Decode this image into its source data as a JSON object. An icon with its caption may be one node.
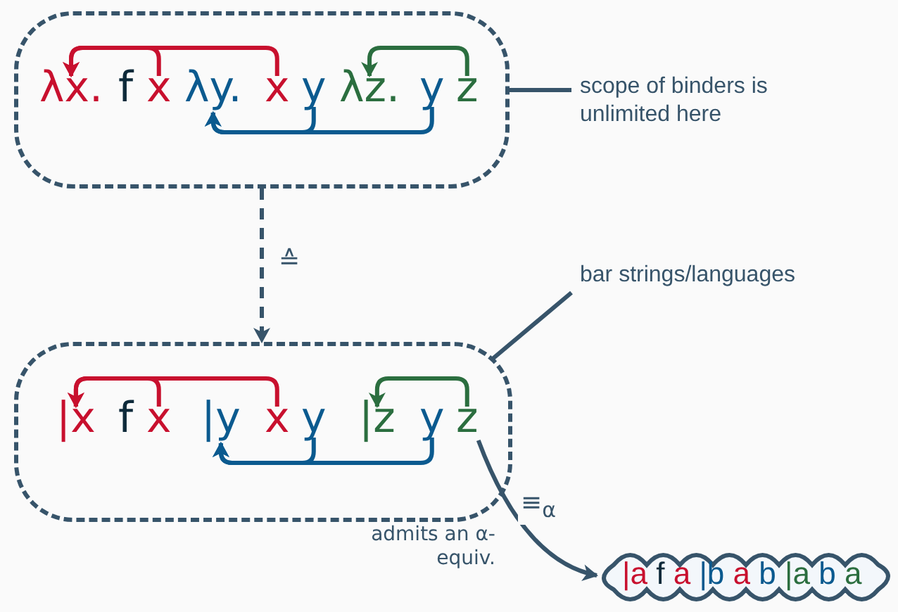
{
  "diagram": {
    "nodes": [
      {
        "text": [],
        "shape": "box"
      },
      {
        "text": [
          "λx."
        ],
        "in": 0
      },
      {
        "text": [
          "f"
        ],
        "in": 0
      },
      {
        "text": [
          "x"
        ],
        "in": 0
      },
      {
        "text": [
          "λy."
        ],
        "in": 0
      },
      {
        "text": [
          "x"
        ],
        "in": 0
      },
      {
        "text": [
          "y"
        ],
        "in": 0
      },
      {
        "text": [
          "λz."
        ],
        "in": 0
      },
      {
        "text": [
          "y"
        ],
        "in": 0
      },
      {
        "text": [
          "z"
        ],
        "in": 0
      },
      {
        "text": [
          "scope of binders is unlimited here"
        ]
      },
      {
        "text": [
          "bar strings/languages"
        ]
      },
      {
        "text": [],
        "shape": "box"
      },
      {
        "text": [
          "|x"
        ],
        "in": 12
      },
      {
        "text": [
          "f"
        ],
        "in": 12
      },
      {
        "text": [
          "x"
        ],
        "in": 12
      },
      {
        "text": [
          "|y"
        ],
        "in": 12
      },
      {
        "text": [
          "x"
        ],
        "in": 12
      },
      {
        "text": [
          "y"
        ],
        "in": 12
      },
      {
        "text": [
          "|z"
        ],
        "in": 12
      },
      {
        "text": [
          "y"
        ],
        "in": 12
      },
      {
        "text": [
          "z"
        ],
        "in": 12
      },
      {
        "text": [
          "|a f a |b a b |a b a"
        ]
      }
    ],
    "edges": [
      {
        "from": 3,
        "to": 1,
        "arrow": "to",
        "color": "#c8102e"
      },
      {
        "from": 5,
        "to": 1,
        "arrow": "to",
        "color": "#c8102e"
      },
      {
        "from": 6,
        "to": 4,
        "arrow": "to",
        "color": "#0b5a8f"
      },
      {
        "from": 8,
        "to": 4,
        "arrow": "to",
        "color": "#0b5a8f"
      },
      {
        "from": 9,
        "to": 7,
        "arrow": "to",
        "color": "#2b6e3f"
      },
      {
        "from": 10,
        "to": 0,
        "arrow": "none",
        "color": "#37546a"
      },
      {
        "from": 0,
        "to": 12,
        "arrow": "to",
        "style": "dashed",
        "label": "≙",
        "color": "#37546a"
      },
      {
        "from": 11,
        "to": 12,
        "arrow": "none",
        "color": "#37546a"
      },
      {
        "from": 15,
        "to": 13,
        "arrow": "to",
        "color": "#c8102e"
      },
      {
        "from": 17,
        "to": 13,
        "arrow": "to",
        "color": "#c8102e"
      },
      {
        "from": 18,
        "to": 16,
        "arrow": "to",
        "color": "#0b5a8f"
      },
      {
        "from": 20,
        "to": 16,
        "arrow": "to",
        "color": "#0b5a8f"
      },
      {
        "from": 21,
        "to": 19,
        "arrow": "to",
        "color": "#2b6e3f"
      },
      {
        "from": 21,
        "to": 22,
        "arrow": "to",
        "label": "≡$_{α}$",
        "color": "#37546a"
      }
    ],
    "labels": [
      "admits an α-equiv."
    ]
  }
}
